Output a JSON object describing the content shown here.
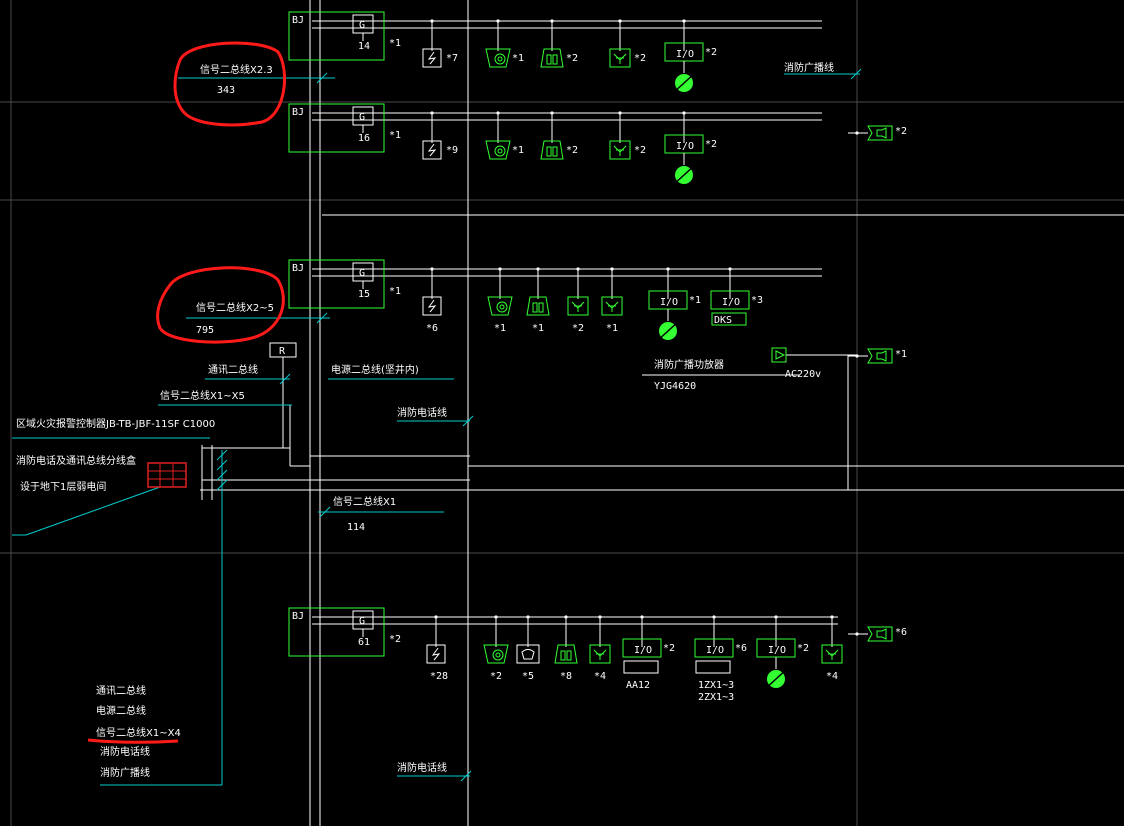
{
  "colors": {
    "background": "#000000",
    "wire": "#ffffff",
    "device": "#33ff33",
    "bus_lead": "#00cccc",
    "annotation": "#ff1a1a",
    "grid": "#d8d8d8"
  },
  "rows": [
    {
      "bj_label": "BJ",
      "g_label": "G",
      "module_no": "14",
      "module_mult": "*1",
      "devices": [
        {
          "icon": "short-circuit-isolator-icon",
          "mult": "*7"
        },
        {
          "icon": "smoke-heat-detector-icon",
          "mult": "*1"
        },
        {
          "icon": "manual-alarm-button-icon",
          "mult": "*2"
        },
        {
          "icon": "flame-detector-icon",
          "mult": "*2"
        },
        {
          "icon": "io-module-icon",
          "label": "I/O",
          "mult": "*2"
        }
      ]
    },
    {
      "bj_label": "BJ",
      "g_label": "G",
      "module_no": "16",
      "module_mult": "*1",
      "devices": [
        {
          "icon": "short-circuit-isolator-icon",
          "mult": "*9"
        },
        {
          "icon": "smoke-heat-detector-icon",
          "mult": "*1"
        },
        {
          "icon": "manual-alarm-button-icon",
          "mult": "*2"
        },
        {
          "icon": "flame-detector-icon",
          "mult": "*2"
        },
        {
          "icon": "io-module-icon",
          "label": "I/O",
          "mult": "*2"
        }
      ]
    },
    {
      "bj_label": "BJ",
      "g_label": "G",
      "module_no": "15",
      "module_mult": "*1",
      "devices": [
        {
          "icon": "short-circuit-isolator-icon",
          "mult": "*6"
        },
        {
          "icon": "smoke-heat-detector-icon",
          "mult": "*1"
        },
        {
          "icon": "manual-alarm-button-icon",
          "mult": "*1"
        },
        {
          "icon": "flame-detector-icon",
          "mult": "*2"
        },
        {
          "icon": "flame-detector-icon",
          "mult": "*1"
        },
        {
          "icon": "io-module-icon",
          "label": "I/O",
          "mult": "*1"
        },
        {
          "icon": "io-module-icon",
          "label": "I/O",
          "mult": "*3",
          "sub": "DKS"
        }
      ]
    },
    {
      "bj_label": "BJ",
      "g_label": "G",
      "module_no": "61",
      "module_mult": "*2",
      "devices": [
        {
          "icon": "short-circuit-isolator-icon",
          "mult": "*28"
        },
        {
          "icon": "smoke-heat-detector-icon",
          "mult": "*2"
        },
        {
          "icon": "telephone-jack-icon",
          "mult": "*5"
        },
        {
          "icon": "manual-alarm-button-icon",
          "mult": "*8"
        },
        {
          "icon": "flame-detector-icon",
          "mult": "*4"
        },
        {
          "icon": "io-module-icon",
          "label": "I/O",
          "mult": "*2",
          "sub": "AA12"
        },
        {
          "icon": "io-module-icon",
          "label": "I/O",
          "mult": "*6",
          "sub": "1ZX1~3",
          "sub2": "2ZX1~3"
        },
        {
          "icon": "io-module-icon",
          "label": "I/O",
          "mult": "*2"
        },
        {
          "icon": "flame-detector-icon",
          "mult": "*4"
        }
      ]
    }
  ],
  "speakers": [
    {
      "mult": "*2"
    },
    {
      "mult": "*1"
    },
    {
      "mult": "*6"
    }
  ],
  "labels": {
    "broadcast_line_top": "消防广播线",
    "bus_x23": "信号二总线X2.3",
    "bus_x23_len": "343",
    "bus_x25": "信号二总线X2~5",
    "bus_x25_len": "795",
    "comm_bus": "通讯二总线",
    "power_bus": "电源二总线(坚井内)",
    "signal_bus_x15": "信号二总线X1~X5",
    "controller": "区域火灾报警控制器JB-TB-JBF-11SF C1000",
    "phone_line_1": "消防电话线",
    "junction_box": "消防电话及通讯总线分线盒",
    "location": "设于地下1层弱电间",
    "signal_bus_x1": "信号二总线X1",
    "signal_bus_x1_len": "114",
    "amp_name": "消防广播功放器",
    "amp_model": "YJG4620",
    "amp_power": "AC220v",
    "repeater_mark": "R",
    "phone_line_2": "消防电话线"
  },
  "legend": {
    "items": [
      "通讯二总线",
      "电源二总线",
      "信号二总线X1~X4",
      "消防电话线",
      "消防广播线"
    ]
  }
}
